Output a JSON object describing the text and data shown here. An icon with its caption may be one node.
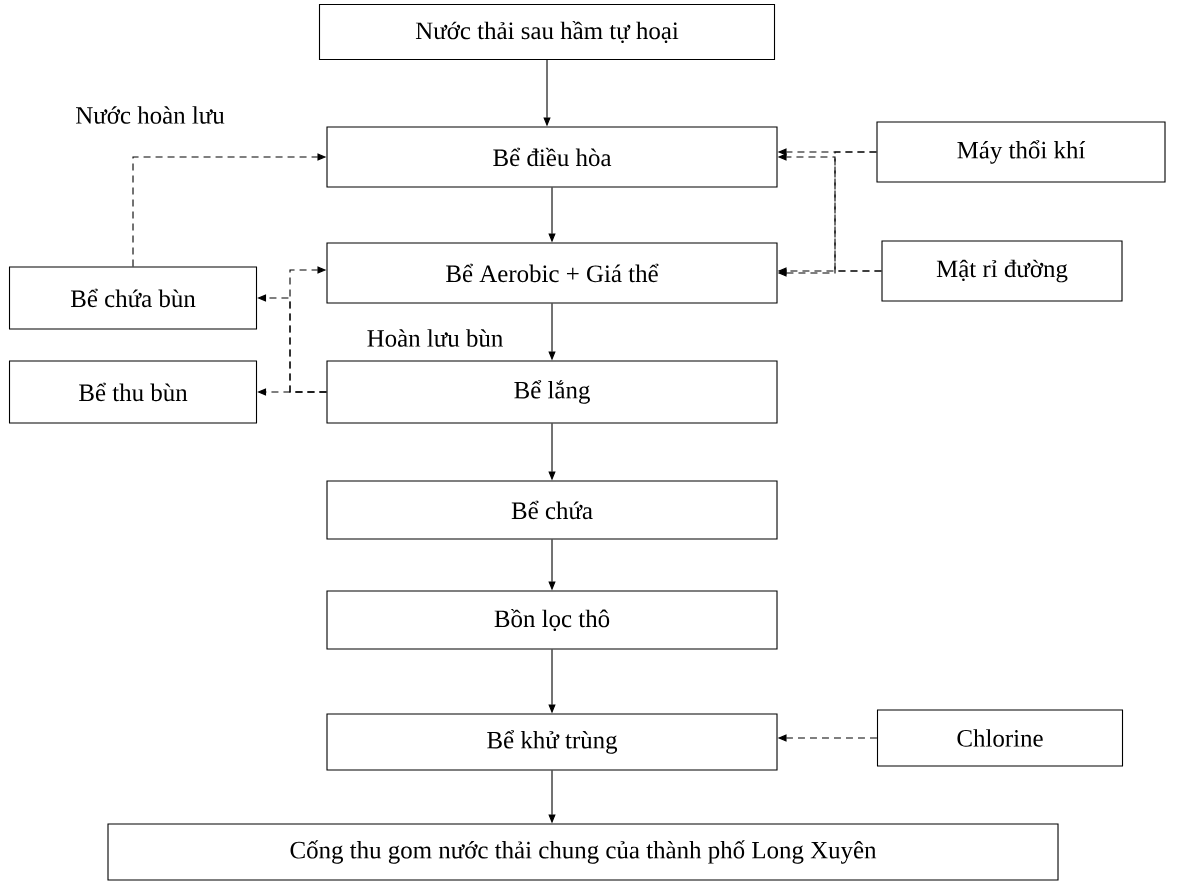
{
  "diagram": {
    "nodes": [
      {
        "text": [
          "Nước thải sau hầm tự hoại"
        ]
      },
      {
        "text": [
          "Bể điều hòa"
        ]
      },
      {
        "text": [
          "Máy thổi khí"
        ]
      },
      {
        "text": [
          "Bể chứa bùn"
        ]
      },
      {
        "text": [
          "Bể Aerobic + Giá thể"
        ]
      },
      {
        "text": [
          "Mật rỉ đường"
        ]
      },
      {
        "text": [
          "Bể thu bùn"
        ]
      },
      {
        "text": [
          "Bể lắng"
        ]
      },
      {
        "text": [
          "Bể chứa"
        ]
      },
      {
        "text": [
          "Bồn lọc thô"
        ]
      },
      {
        "text": [
          "Bể khử trùng"
        ]
      },
      {
        "text": [
          "Chlorine"
        ]
      },
      {
        "text": [
          "Cống thu gom nước thải chung của thành phố Long Xuyên"
        ]
      }
    ],
    "edges": [
      {
        "from": 0,
        "to": 1,
        "arrow": "to"
      },
      {
        "from": 1,
        "to": 4,
        "arrow": "to"
      },
      {
        "from": 4,
        "to": 7,
        "arrow": "to"
      },
      {
        "from": 7,
        "to": 8,
        "arrow": "to"
      },
      {
        "from": 8,
        "to": 9,
        "arrow": "to"
      },
      {
        "from": 9,
        "to": 10,
        "arrow": "to"
      },
      {
        "from": 10,
        "to": 12,
        "arrow": "to"
      },
      {
        "from": 2,
        "to": 1,
        "arrow": "to",
        "style": "dashed"
      },
      {
        "from": 2,
        "to": 4,
        "arrow": "to",
        "style": "dashed"
      },
      {
        "from": 5,
        "to": 4,
        "arrow": "to",
        "style": "dashed"
      },
      {
        "from": 5,
        "to": 1,
        "arrow": "to",
        "style": "dashed"
      },
      {
        "from": 7,
        "to": 6,
        "arrow": "to",
        "style": "dashed"
      },
      {
        "from": 7,
        "to": 4,
        "arrow": "to",
        "style": "dashed"
      },
      {
        "from": 7,
        "to": 3,
        "arrow": "to",
        "style": "dashed"
      },
      {
        "from": 3,
        "to": 1,
        "arrow": "to",
        "style": "dashed"
      },
      {
        "from": 11,
        "to": 10,
        "arrow": "to",
        "style": "dashed"
      }
    ],
    "labels": [
      "Nước hoàn lưu",
      "Hoàn lưu bùn"
    ]
  }
}
